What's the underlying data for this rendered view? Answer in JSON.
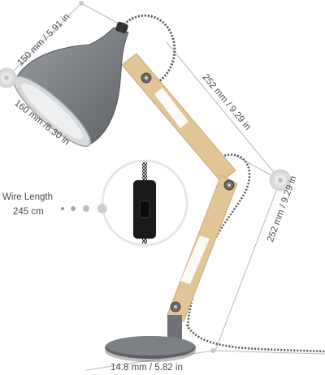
{
  "dimensions": {
    "shade_height": "150 mm / 5.91 in",
    "shade_width": "160 mm /6.30 in",
    "upper_arm": "252 mm / 9.29 in",
    "lower_arm": "252 mm / 9.29 in",
    "base_diameter": "14.8 mm / 5.82 in"
  },
  "wire": {
    "label": "Wire Length",
    "value": "245 cm"
  },
  "colors": {
    "shade": "#7c7f83",
    "wood": "#e2c596",
    "base": "#6f7276",
    "cord": "#8a8a8a",
    "dimension_line": "#b8b8b8",
    "marker": "#d6d6d6"
  }
}
